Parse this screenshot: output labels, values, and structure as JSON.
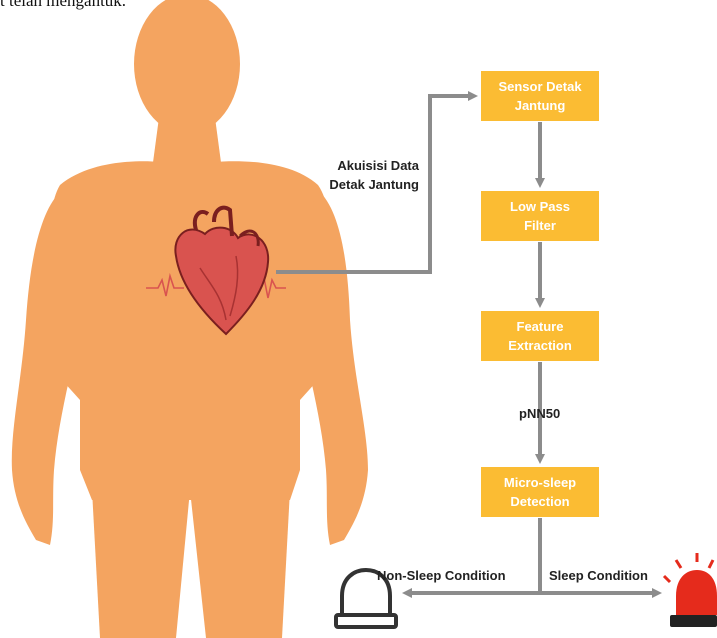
{
  "header_fragment": "t telah mengantuk.",
  "labels": {
    "acquisition": "Akuisisi Data\nDetak Jantung",
    "pnn50": "pNN50",
    "non_sleep": "Non-Sleep Condition",
    "sleep": "Sleep Condition"
  },
  "boxes": {
    "sensor": "Sensor Detak\nJantung",
    "lowpass": "Low Pass\nFilter",
    "feature": "Feature\nExtraction",
    "detection": "Micro-sleep\nDetection"
  },
  "colors": {
    "body": "#f4a460",
    "box": "#fbbc33",
    "arrow": "#8c8c8c",
    "heart": "#d9534f",
    "alarm_active": "#e52b1c"
  },
  "icons": {
    "body": "human-silhouette",
    "heart": "anatomical-heart",
    "alarm_off": "siren-outline",
    "alarm_on": "siren-red"
  }
}
